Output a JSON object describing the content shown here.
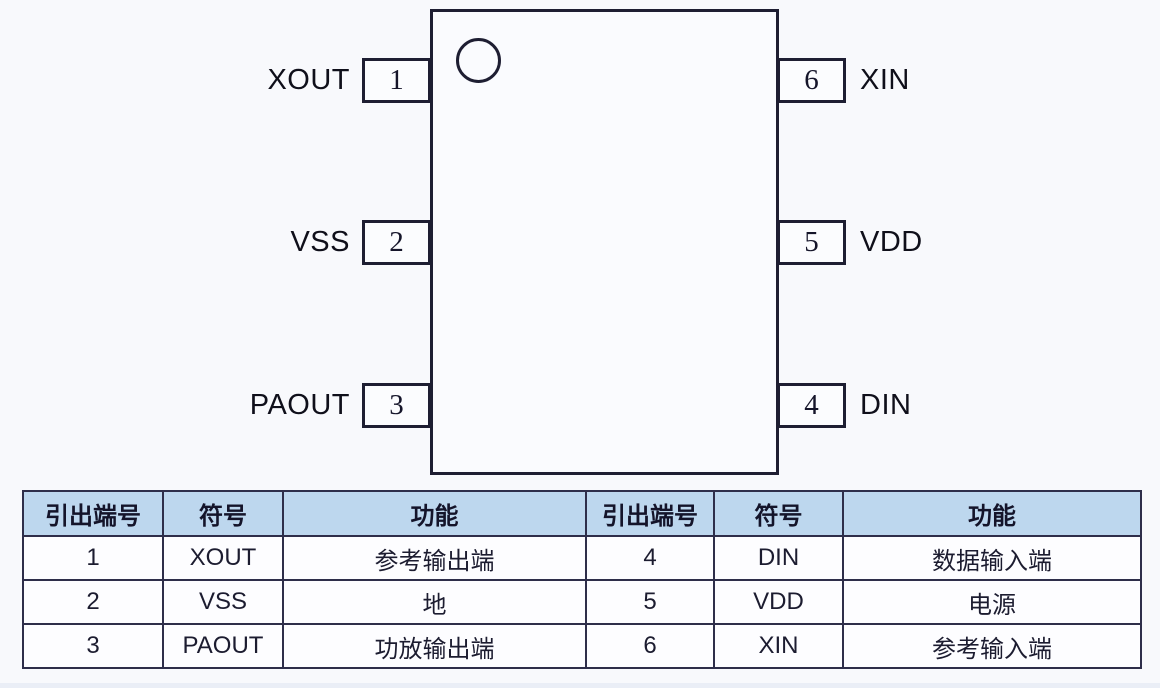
{
  "diagram": {
    "marker": "pin1-indicator-circle",
    "pins_left": [
      {
        "number": "1",
        "label": "XOUT"
      },
      {
        "number": "2",
        "label": "VSS"
      },
      {
        "number": "3",
        "label": "PAOUT"
      }
    ],
    "pins_right": [
      {
        "number": "6",
        "label": "XIN"
      },
      {
        "number": "5",
        "label": "VDD"
      },
      {
        "number": "4",
        "label": "DIN"
      }
    ]
  },
  "pin_table": {
    "headers": [
      "引出端号",
      "符号",
      "功能",
      "引出端号",
      "符号",
      "功能"
    ],
    "rows": [
      [
        "1",
        "XOUT",
        "参考输出端",
        "4",
        "DIN",
        "数据输入端"
      ],
      [
        "2",
        "VSS",
        "地",
        "5",
        "VDD",
        "电源"
      ],
      [
        "3",
        "PAOUT",
        "功放输出端",
        "6",
        "XIN",
        "参考输入端"
      ]
    ],
    "header_bg": "#BDD7EE",
    "border_color": "#2E2E4A",
    "line_color": "#1E1E32",
    "page_bg": "#F8F9FC"
  }
}
